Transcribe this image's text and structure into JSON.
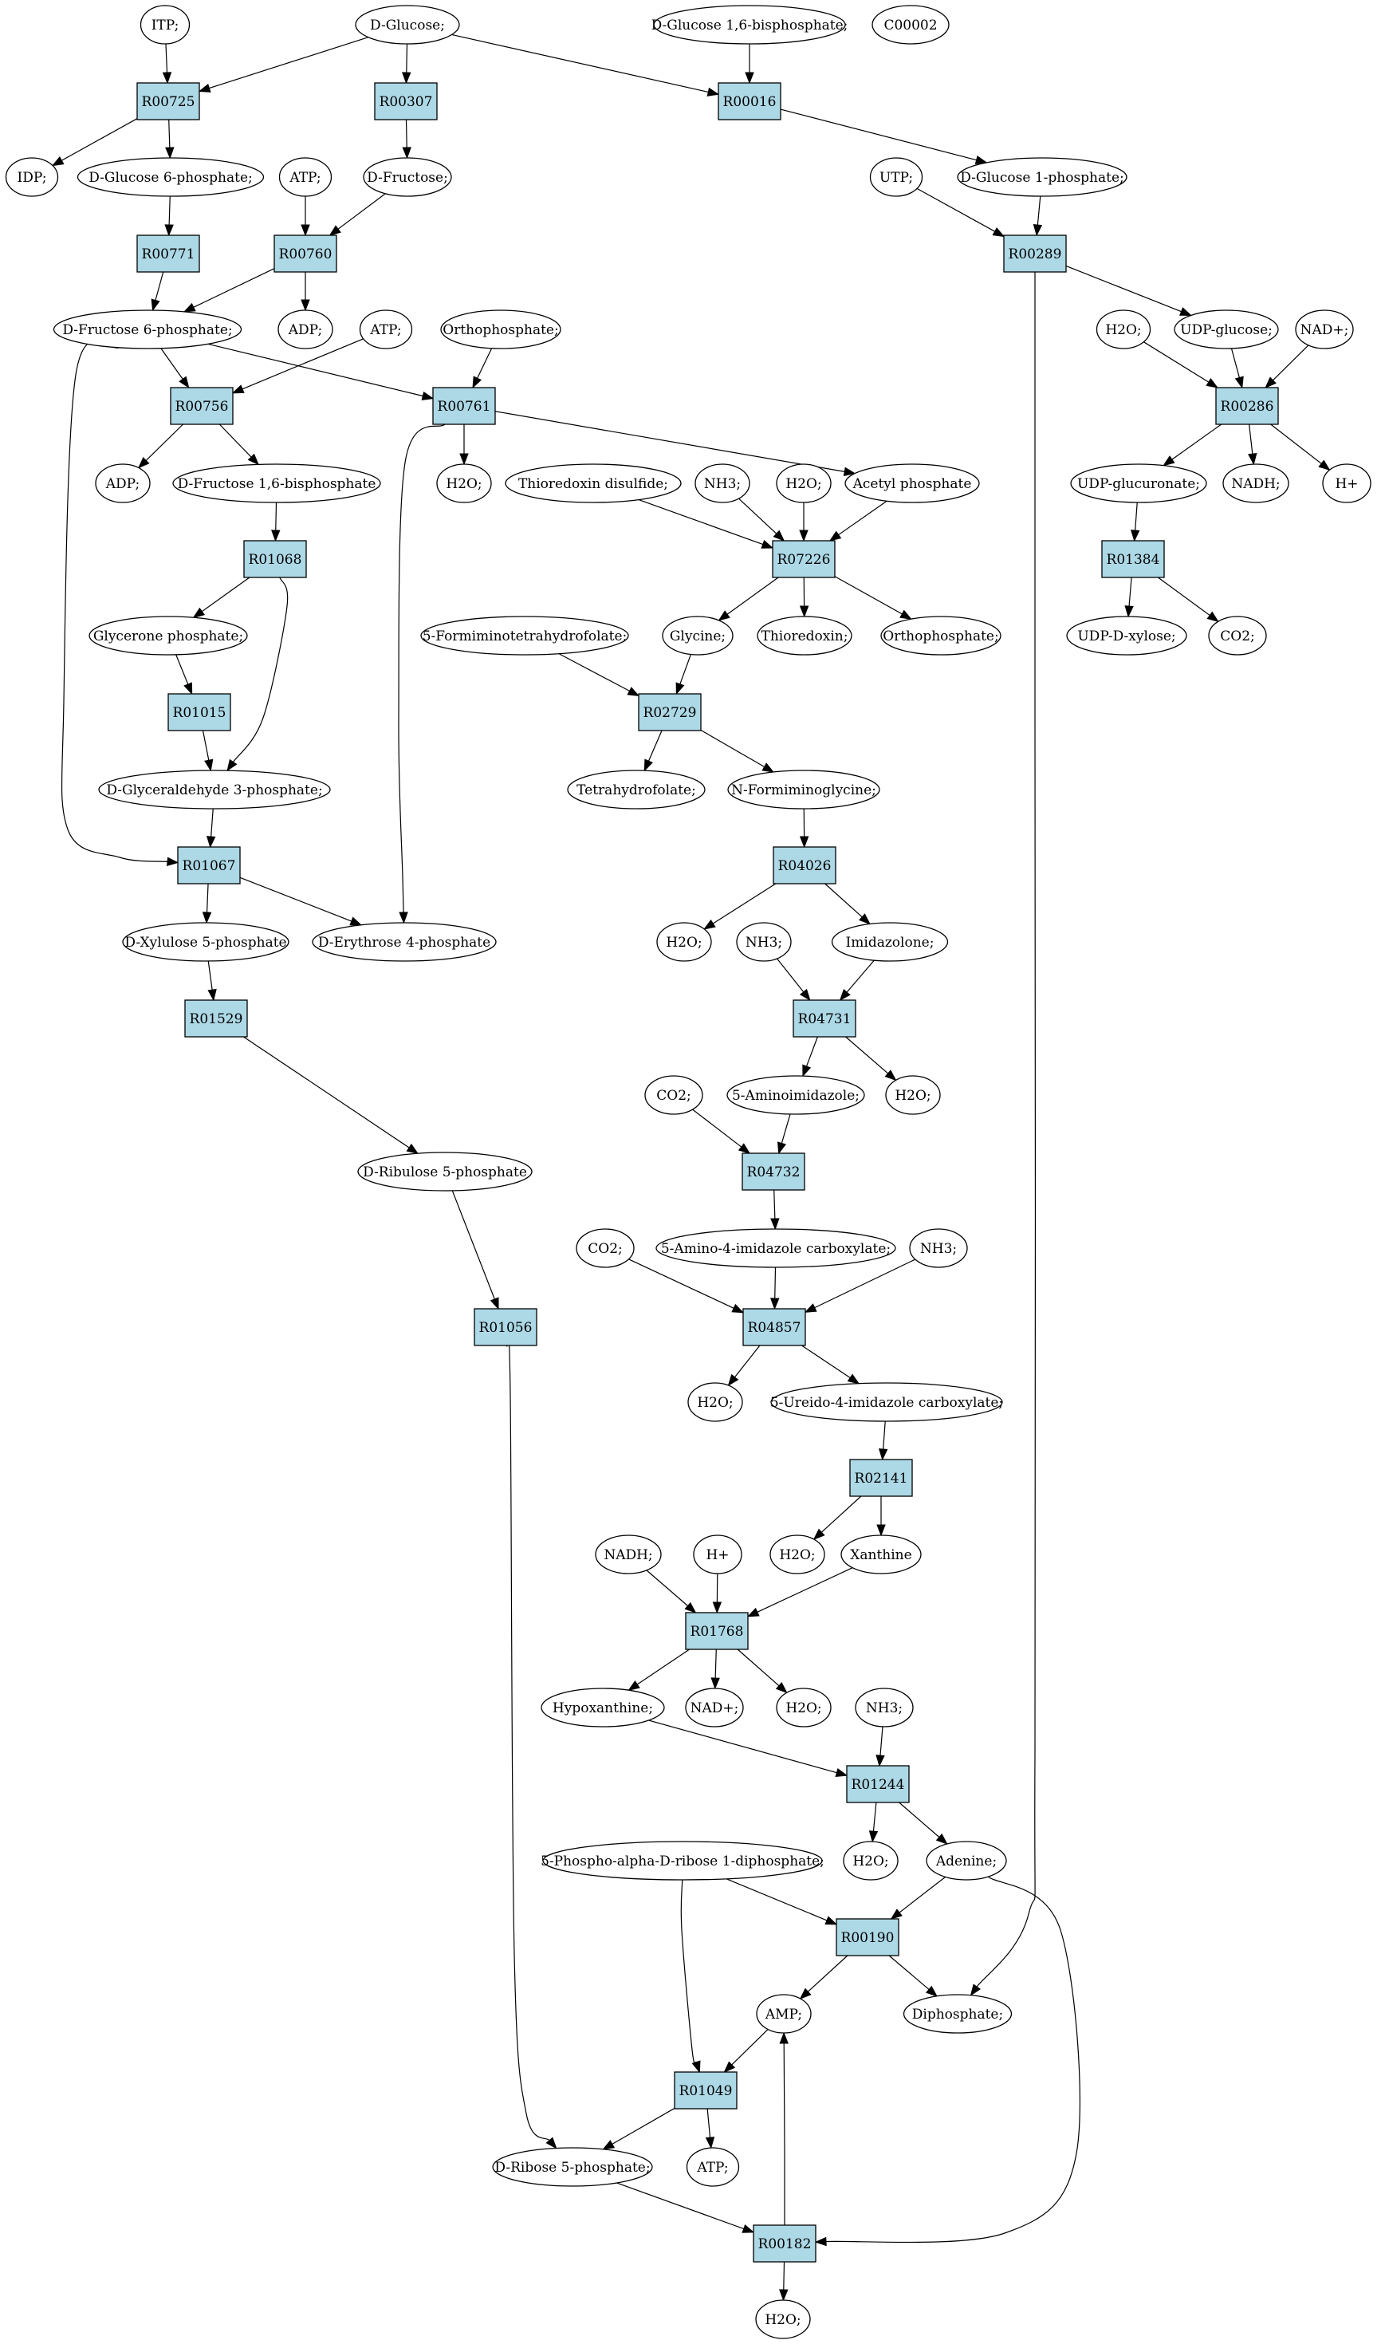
{
  "colors": {
    "reaction_fill": "#add8e6",
    "compound_fill": "#ffffff",
    "start_fill": "#00ff00",
    "highlight_fill": "#ffff00",
    "stroke": "#000000"
  },
  "nodes": {
    "ITP": {
      "label": "ITP;",
      "kind": "compound"
    },
    "DGLC": {
      "label": "D-Glucose;",
      "kind": "compound",
      "fill": "start"
    },
    "DG16BP": {
      "label": "D-Glucose 1,6-bisphosphate;",
      "kind": "compound"
    },
    "C00002": {
      "label": "C00002",
      "kind": "compound",
      "fill": "highlight"
    },
    "R00725": {
      "label": "R00725",
      "kind": "reaction"
    },
    "R00307": {
      "label": "R00307",
      "kind": "reaction"
    },
    "R00016": {
      "label": "R00016",
      "kind": "reaction"
    },
    "IDP": {
      "label": "IDP;",
      "kind": "compound"
    },
    "DG6P": {
      "label": "D-Glucose 6-phosphate;",
      "kind": "compound"
    },
    "ATP1": {
      "label": "ATP;",
      "kind": "compound"
    },
    "DFRU": {
      "label": "D-Fructose;",
      "kind": "compound"
    },
    "UTP": {
      "label": "UTP;",
      "kind": "compound"
    },
    "DG1P": {
      "label": "D-Glucose 1-phosphate;",
      "kind": "compound"
    },
    "R00771": {
      "label": "R00771",
      "kind": "reaction"
    },
    "R00760": {
      "label": "R00760",
      "kind": "reaction"
    },
    "R00289": {
      "label": "R00289",
      "kind": "reaction"
    },
    "DF6P": {
      "label": "D-Fructose 6-phosphate;",
      "kind": "compound"
    },
    "ADP1": {
      "label": "ADP;",
      "kind": "compound"
    },
    "ATP2": {
      "label": "ATP;",
      "kind": "compound"
    },
    "ORTHO1": {
      "label": "Orthophosphate;",
      "kind": "compound"
    },
    "H2O_A": {
      "label": "H2O;",
      "kind": "compound"
    },
    "UDPG": {
      "label": "UDP-glucose;",
      "kind": "compound"
    },
    "NADP": {
      "label": "NAD+;",
      "kind": "compound"
    },
    "R00756": {
      "label": "R00756",
      "kind": "reaction"
    },
    "R00761": {
      "label": "R00761",
      "kind": "reaction"
    },
    "R00286": {
      "label": "R00286",
      "kind": "reaction"
    },
    "ADP2": {
      "label": "ADP;",
      "kind": "compound"
    },
    "DF16BP": {
      "label": "D-Fructose 1,6-bisphosphate",
      "kind": "compound"
    },
    "H2O_B": {
      "label": "H2O;",
      "kind": "compound"
    },
    "TRXDS": {
      "label": "Thioredoxin disulfide;",
      "kind": "compound"
    },
    "NH3_A": {
      "label": "NH3;",
      "kind": "compound"
    },
    "H2O_C": {
      "label": "H2O;",
      "kind": "compound"
    },
    "ACP": {
      "label": "Acetyl phosphate",
      "kind": "compound"
    },
    "UDPGA": {
      "label": "UDP-glucuronate;",
      "kind": "compound"
    },
    "NADH1": {
      "label": "NADH;",
      "kind": "compound"
    },
    "HPLUS1": {
      "label": "H+",
      "kind": "compound"
    },
    "R01068": {
      "label": "R01068",
      "kind": "reaction"
    },
    "R07226": {
      "label": "R07226",
      "kind": "reaction"
    },
    "R01384": {
      "label": "R01384",
      "kind": "reaction"
    },
    "GLYP": {
      "label": "Glycerone phosphate;",
      "kind": "compound"
    },
    "FTHF": {
      "label": "5-Formiminotetrahydrofolate;",
      "kind": "compound"
    },
    "GLY": {
      "label": "Glycine;",
      "kind": "compound"
    },
    "TRX": {
      "label": "Thioredoxin;",
      "kind": "compound"
    },
    "ORTHO2": {
      "label": "Orthophosphate;",
      "kind": "compound"
    },
    "UDPX": {
      "label": "UDP-D-xylose;",
      "kind": "compound"
    },
    "CO2_A": {
      "label": "CO2;",
      "kind": "compound"
    },
    "R01015": {
      "label": "R01015",
      "kind": "reaction"
    },
    "R02729": {
      "label": "R02729",
      "kind": "reaction"
    },
    "DG3P": {
      "label": "D-Glyceraldehyde 3-phosphate;",
      "kind": "compound"
    },
    "THF": {
      "label": "Tetrahydrofolate;",
      "kind": "compound"
    },
    "NFG": {
      "label": "N-Formiminoglycine;",
      "kind": "compound"
    },
    "R01067": {
      "label": "R01067",
      "kind": "reaction"
    },
    "R04026": {
      "label": "R04026",
      "kind": "reaction"
    },
    "DX5P": {
      "label": "D-Xylulose 5-phosphate",
      "kind": "compound"
    },
    "DE4P": {
      "label": "D-Erythrose 4-phosphate",
      "kind": "compound"
    },
    "H2O_D": {
      "label": "H2O;",
      "kind": "compound"
    },
    "NH3_B": {
      "label": "NH3;",
      "kind": "compound"
    },
    "IMZ": {
      "label": "Imidazolone;",
      "kind": "compound"
    },
    "R01529": {
      "label": "R01529",
      "kind": "reaction"
    },
    "R04731": {
      "label": "R04731",
      "kind": "reaction"
    },
    "CO2_B": {
      "label": "CO2;",
      "kind": "compound"
    },
    "AIMZ": {
      "label": "5-Aminoimidazole;",
      "kind": "compound"
    },
    "H2O_E": {
      "label": "H2O;",
      "kind": "compound"
    },
    "DRU5P": {
      "label": "D-Ribulose 5-phosphate",
      "kind": "compound"
    },
    "R04732": {
      "label": "R04732",
      "kind": "reaction"
    },
    "CO2_C": {
      "label": "CO2;",
      "kind": "compound"
    },
    "AIC": {
      "label": "5-Amino-4-imidazole carboxylate;",
      "kind": "compound"
    },
    "NH3_C": {
      "label": "NH3;",
      "kind": "compound"
    },
    "R01056": {
      "label": "R01056",
      "kind": "reaction"
    },
    "R04857": {
      "label": "R04857",
      "kind": "reaction"
    },
    "H2O_F": {
      "label": "H2O;",
      "kind": "compound"
    },
    "UIC": {
      "label": "5-Ureido-4-imidazole carboxylate;",
      "kind": "compound"
    },
    "R02141": {
      "label": "R02141",
      "kind": "reaction"
    },
    "NADH2": {
      "label": "NADH;",
      "kind": "compound"
    },
    "HPLUS2": {
      "label": "H+",
      "kind": "compound"
    },
    "H2O_G": {
      "label": "H2O;",
      "kind": "compound"
    },
    "XAN": {
      "label": "Xanthine",
      "kind": "compound"
    },
    "R01768": {
      "label": "R01768",
      "kind": "reaction"
    },
    "HYP": {
      "label": "Hypoxanthine;",
      "kind": "compound"
    },
    "NADP2": {
      "label": "NAD+;",
      "kind": "compound"
    },
    "H2O_H": {
      "label": "H2O;",
      "kind": "compound"
    },
    "NH3_D": {
      "label": "NH3;",
      "kind": "compound"
    },
    "R01244": {
      "label": "R01244",
      "kind": "reaction"
    },
    "PRPP": {
      "label": "5-Phospho-alpha-D-ribose 1-diphosphate;",
      "kind": "compound"
    },
    "H2O_I": {
      "label": "H2O;",
      "kind": "compound"
    },
    "ADE": {
      "label": "Adenine;",
      "kind": "compound"
    },
    "R00190": {
      "label": "R00190",
      "kind": "reaction"
    },
    "AMP": {
      "label": "AMP;",
      "kind": "compound"
    },
    "DIP": {
      "label": "Diphosphate;",
      "kind": "compound"
    },
    "R01049": {
      "label": "R01049",
      "kind": "reaction"
    },
    "DR5P": {
      "label": "D-Ribose 5-phosphate;",
      "kind": "compound"
    },
    "ATP3": {
      "label": "ATP;",
      "kind": "compound"
    },
    "R00182": {
      "label": "R00182",
      "kind": "reaction"
    },
    "H2O_J": {
      "label": "H2O;",
      "kind": "compound"
    }
  },
  "edges": [
    [
      "ITP",
      "R00725"
    ],
    [
      "DGLC",
      "R00725"
    ],
    [
      "DGLC",
      "R00307"
    ],
    [
      "DGLC",
      "R00016"
    ],
    [
      "DG16BP",
      "R00016"
    ],
    [
      "R00725",
      "IDP"
    ],
    [
      "R00725",
      "DG6P"
    ],
    [
      "R00307",
      "DFRU"
    ],
    [
      "R00016",
      "DG1P"
    ],
    [
      "DG6P",
      "R00771"
    ],
    [
      "ATP1",
      "R00760"
    ],
    [
      "DFRU",
      "R00760"
    ],
    [
      "UTP",
      "R00289"
    ],
    [
      "DG1P",
      "R00289"
    ],
    [
      "R00771",
      "DF6P"
    ],
    [
      "R00760",
      "DF6P"
    ],
    [
      "R00760",
      "ADP1"
    ],
    [
      "R00289",
      "UDPG"
    ],
    [
      "R00289",
      "DIP"
    ],
    [
      "DF6P",
      "R00756"
    ],
    [
      "ATP2",
      "R00756"
    ],
    [
      "DF6P",
      "R00761"
    ],
    [
      "ORTHO1",
      "R00761"
    ],
    [
      "DF6P",
      "R01067"
    ],
    [
      "H2O_A",
      "R00286"
    ],
    [
      "UDPG",
      "R00286"
    ],
    [
      "NADP",
      "R00286"
    ],
    [
      "R00756",
      "ADP2"
    ],
    [
      "R00756",
      "DF16BP"
    ],
    [
      "R00761",
      "H2O_B"
    ],
    [
      "R00761",
      "ACP"
    ],
    [
      "R00761",
      "DE4P"
    ],
    [
      "R00286",
      "UDPGA"
    ],
    [
      "R00286",
      "NADH1"
    ],
    [
      "R00286",
      "HPLUS1"
    ],
    [
      "DF16BP",
      "R01068"
    ],
    [
      "TRXDS",
      "R07226"
    ],
    [
      "NH3_A",
      "R07226"
    ],
    [
      "H2O_C",
      "R07226"
    ],
    [
      "ACP",
      "R07226"
    ],
    [
      "UDPGA",
      "R01384"
    ],
    [
      "R01068",
      "GLYP"
    ],
    [
      "R01068",
      "DG3P"
    ],
    [
      "R07226",
      "GLY"
    ],
    [
      "R07226",
      "TRX"
    ],
    [
      "R07226",
      "ORTHO2"
    ],
    [
      "R01384",
      "UDPX"
    ],
    [
      "R01384",
      "CO2_A"
    ],
    [
      "GLYP",
      "R01015"
    ],
    [
      "FTHF",
      "R02729"
    ],
    [
      "GLY",
      "R02729"
    ],
    [
      "R01015",
      "DG3P"
    ],
    [
      "R02729",
      "THF"
    ],
    [
      "R02729",
      "NFG"
    ],
    [
      "DG3P",
      "R01067"
    ],
    [
      "NFG",
      "R04026"
    ],
    [
      "R01067",
      "DX5P"
    ],
    [
      "R01067",
      "DE4P"
    ],
    [
      "R04026",
      "H2O_D"
    ],
    [
      "R04026",
      "IMZ"
    ],
    [
      "DX5P",
      "R01529"
    ],
    [
      "NH3_B",
      "R04731"
    ],
    [
      "IMZ",
      "R04731"
    ],
    [
      "R04731",
      "AIMZ"
    ],
    [
      "R04731",
      "H2O_E"
    ],
    [
      "R01529",
      "DRU5P"
    ],
    [
      "CO2_B",
      "R04732"
    ],
    [
      "AIMZ",
      "R04732"
    ],
    [
      "R04732",
      "AIC"
    ],
    [
      "CO2_C",
      "R04857"
    ],
    [
      "AIC",
      "R04857"
    ],
    [
      "NH3_C",
      "R04857"
    ],
    [
      "DRU5P",
      "R01056"
    ],
    [
      "R04857",
      "H2O_F"
    ],
    [
      "R04857",
      "UIC"
    ],
    [
      "UIC",
      "R02141"
    ],
    [
      "R02141",
      "H2O_G"
    ],
    [
      "R02141",
      "XAN"
    ],
    [
      "NADH2",
      "R01768"
    ],
    [
      "HPLUS2",
      "R01768"
    ],
    [
      "XAN",
      "R01768"
    ],
    [
      "R01768",
      "HYP"
    ],
    [
      "R01768",
      "NADP2"
    ],
    [
      "R01768",
      "H2O_H"
    ],
    [
      "HYP",
      "R01244"
    ],
    [
      "NH3_D",
      "R01244"
    ],
    [
      "R01244",
      "H2O_I"
    ],
    [
      "R01244",
      "ADE"
    ],
    [
      "PRPP",
      "R00190"
    ],
    [
      "ADE",
      "R00190"
    ],
    [
      "PRPP",
      "R01049"
    ],
    [
      "ADE",
      "R00182"
    ],
    [
      "R00190",
      "AMP"
    ],
    [
      "R00190",
      "DIP"
    ],
    [
      "AMP",
      "R01049"
    ],
    [
      "R01049",
      "DR5P"
    ],
    [
      "R01049",
      "ATP3"
    ],
    [
      "R01056",
      "DR5P"
    ],
    [
      "DR5P",
      "R00182"
    ],
    [
      "R00182",
      "AMP"
    ],
    [
      "R00182",
      "H2O_J"
    ]
  ]
}
